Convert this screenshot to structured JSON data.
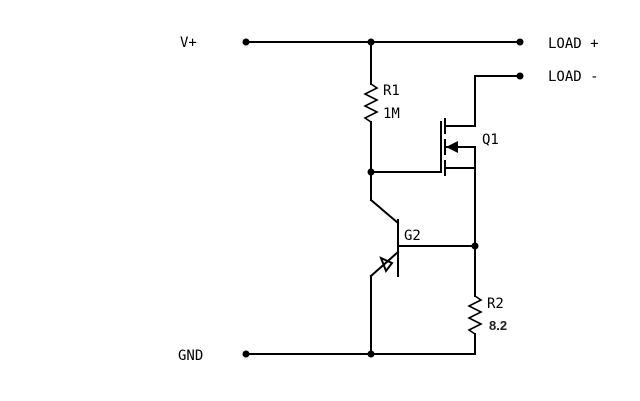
{
  "rails": {
    "vplus": "V+",
    "gnd": "GND"
  },
  "terminals": {
    "load_plus": "LOAD +",
    "load_minus": "LOAD -"
  },
  "components": {
    "r1": {
      "ref": "R1",
      "value": "1M"
    },
    "r2": {
      "ref": "R2",
      "value": "8.2"
    },
    "q1": {
      "ref": "Q1"
    },
    "q2": {
      "ref": "G2"
    }
  }
}
